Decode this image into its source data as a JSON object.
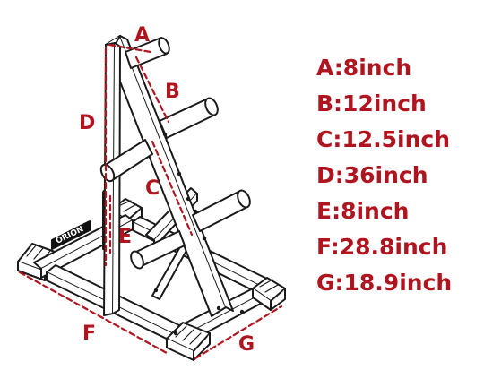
{
  "labels": {
    "a": "A",
    "b": "B",
    "c": "C",
    "d": "D",
    "e": "E",
    "f": "F",
    "g": "G"
  },
  "brand_text": "ORION",
  "specs": [
    "A:8inch",
    "B:12inch",
    "C:12.5inch",
    "D:36inch",
    "E:8inch",
    "F:28.8inch",
    "G:18.9inch"
  ],
  "colors": {
    "dimension": "#b0151f",
    "outline": "#1a1a1a",
    "brand_plate": "#111111"
  }
}
